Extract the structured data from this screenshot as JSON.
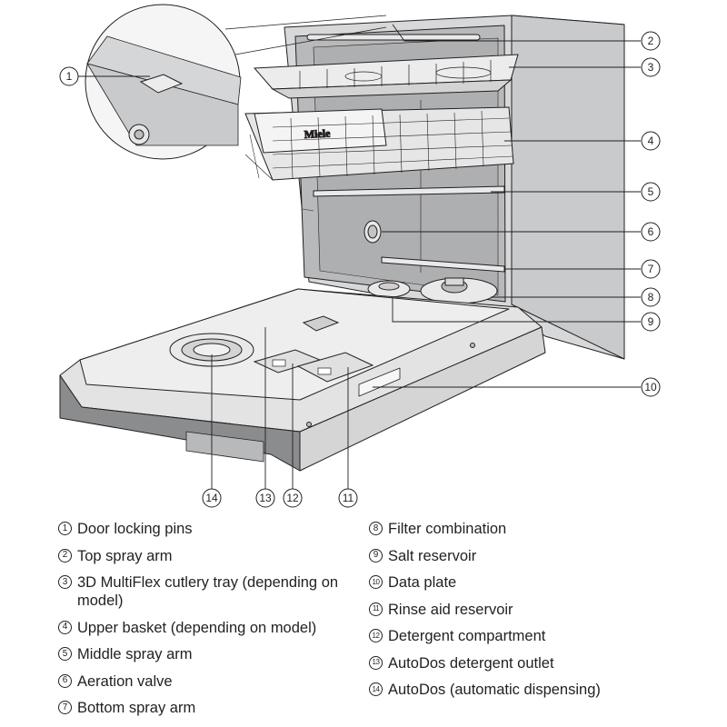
{
  "callouts": [
    "1",
    "2",
    "3",
    "4",
    "5",
    "6",
    "7",
    "8",
    "9",
    "10",
    "11",
    "12",
    "13",
    "14"
  ],
  "brand": "Miele",
  "legend": [
    {
      "num": "1",
      "text": "Door locking pins"
    },
    {
      "num": "2",
      "text": "Top spray arm"
    },
    {
      "num": "3",
      "text": "3D MultiFlex cutlery tray (depending on model)"
    },
    {
      "num": "4",
      "text": "Upper basket (depending on model)"
    },
    {
      "num": "5",
      "text": "Middle spray arm"
    },
    {
      "num": "6",
      "text": "Aeration valve"
    },
    {
      "num": "7",
      "text": "Bottom spray arm"
    },
    {
      "num": "8",
      "text": "Filter combination"
    },
    {
      "num": "9",
      "text": "Salt reservoir"
    },
    {
      "num": "10",
      "text": "Data plate"
    },
    {
      "num": "11",
      "text": "Rinse aid reservoir"
    },
    {
      "num": "12",
      "text": "Detergent compartment"
    },
    {
      "num": "13",
      "text": "AutoDos detergent outlet"
    },
    {
      "num": "14",
      "text": "AutoDos (automatic dispensing)"
    }
  ],
  "colors": {
    "line": "#231f20",
    "cabinet": "#d7d8d9",
    "interior": "#b3b4b6",
    "door": "#e3e3e3",
    "panel": "#8a8c8e"
  }
}
